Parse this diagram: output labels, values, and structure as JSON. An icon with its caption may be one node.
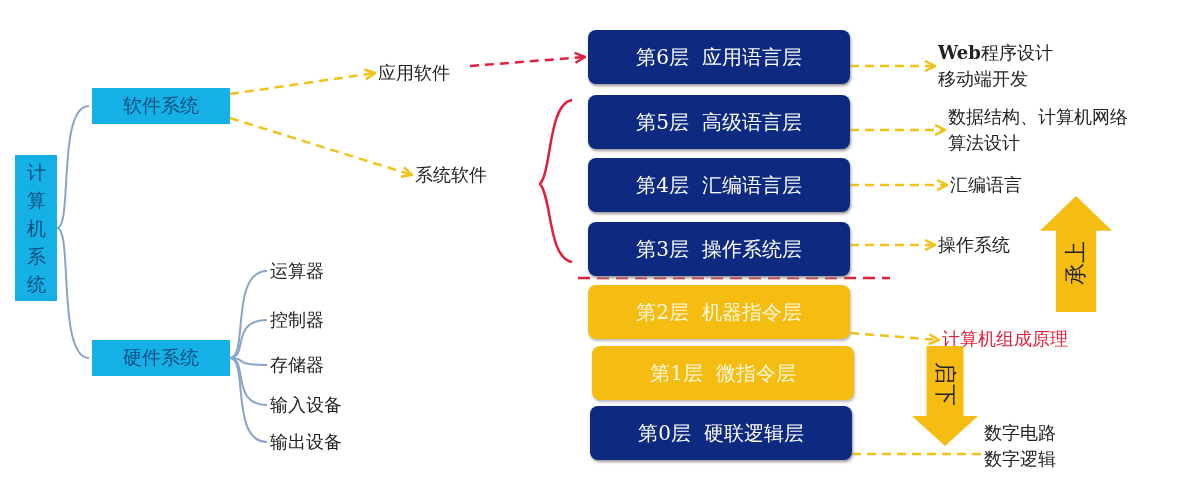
{
  "diagram": {
    "nodes": [
      {
        "text": [
          "计算机系统"
        ]
      },
      {
        "text": [
          "软件系统"
        ]
      },
      {
        "text": [
          "硬件系统"
        ]
      },
      {
        "text": [
          "运算器"
        ]
      },
      {
        "text": [
          "控制器"
        ]
      },
      {
        "text": [
          "存储器"
        ]
      },
      {
        "text": [
          "输入设备"
        ]
      },
      {
        "text": [
          "输出设备"
        ]
      },
      {
        "text": [
          "应用软件"
        ]
      },
      {
        "text": [
          "系统软件"
        ]
      },
      {
        "text": [
          "第6层  应用语言层"
        ]
      },
      {
        "text": [
          "第5层  高级语言层"
        ]
      },
      {
        "text": [
          "第4层  汇编语言层"
        ]
      },
      {
        "text": [
          "第3层  操作系统层"
        ]
      },
      {
        "text": [
          "第2层  机器指令层"
        ]
      },
      {
        "text": [
          "第1层  微指令层"
        ]
      },
      {
        "text": [
          "第0层  硬联逻辑层"
        ]
      },
      {
        "text": [
          "**Web**程序设计",
          "移动端开发"
        ]
      },
      {
        "text": [
          "数据结构、计算机网络",
          "算法设计"
        ]
      },
      {
        "text": [
          "汇编语言"
        ]
      },
      {
        "text": [
          "操作系统"
        ]
      },
      {
        "text": [
          "计算机组成原理"
        ]
      },
      {
        "text": [
          "数字电路",
          "数字逻辑"
        ]
      },
      {
        "text": [
          "承上"
        ]
      },
      {
        "text": [
          "启下"
        ]
      }
    ],
    "edges": [
      {
        "from": 0,
        "to": 1,
        "arrow": "none",
        "color": "#8aa4c8"
      },
      {
        "from": 0,
        "to": 2,
        "arrow": "none",
        "color": "#8aa4c8"
      },
      {
        "from": 2,
        "to": 3,
        "arrow": "none",
        "color": "#8aa4c8"
      },
      {
        "from": 2,
        "to": 4,
        "arrow": "none",
        "color": "#8aa4c8"
      },
      {
        "from": 2,
        "to": 5,
        "arrow": "none",
        "color": "#8aa4c8"
      },
      {
        "from": 2,
        "to": 6,
        "arrow": "none",
        "color": "#8aa4c8"
      },
      {
        "from": 2,
        "to": 7,
        "arrow": "none",
        "color": "#8aa4c8"
      },
      {
        "from": 1,
        "to": 8,
        "arrow": "to",
        "style": "dashed",
        "color": "#f2c21b"
      },
      {
        "from": 1,
        "to": 9,
        "arrow": "to",
        "style": "dashed",
        "color": "#f2c21b"
      },
      {
        "from": 8,
        "to": 10,
        "arrow": "to",
        "style": "dashed",
        "color": "#e0203a"
      },
      {
        "from": 10,
        "to": 17,
        "arrow": "to",
        "style": "dashed",
        "color": "#f2c21b"
      },
      {
        "from": 11,
        "to": 18,
        "arrow": "to",
        "style": "dashed",
        "color": "#f2c21b"
      },
      {
        "from": 12,
        "to": 19,
        "arrow": "to",
        "style": "dashed",
        "color": "#f2c21b"
      },
      {
        "from": 13,
        "to": 20,
        "arrow": "to",
        "style": "dashed",
        "color": "#f2c21b"
      },
      {
        "from": 14,
        "to": 21,
        "arrow": "to",
        "style": "dashed",
        "color": "#f2c21b"
      },
      {
        "from": 16,
        "to": 22,
        "arrow": "none",
        "style": "dashed",
        "color": "#f2c21b"
      }
    ]
  }
}
